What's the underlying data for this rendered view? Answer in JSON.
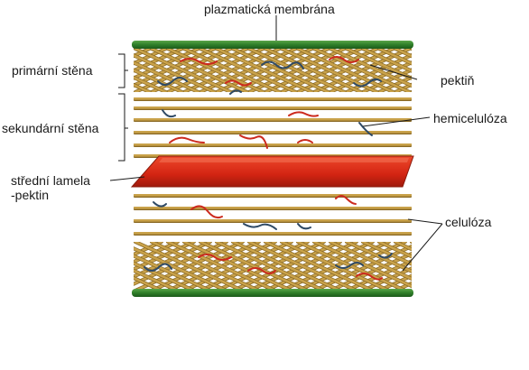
{
  "labels": {
    "membrane": "plazmatická membrána",
    "primary_wall": "primární stěna",
    "pectins": "pektiň",
    "secondary_wall": "sekundární stěna",
    "hemicellulose": "hemicelulóza",
    "middle_lamella_line1": "střední lamela",
    "middle_lamella_line2": "-pektin",
    "cellulose": "celulóza"
  },
  "colors": {
    "membrane": "#2e7d2a",
    "cellulose": "#c9a24a",
    "pectin": "#cc2a1e",
    "hemicellulose": "#2f4a66",
    "lamella": "#d42a12"
  }
}
